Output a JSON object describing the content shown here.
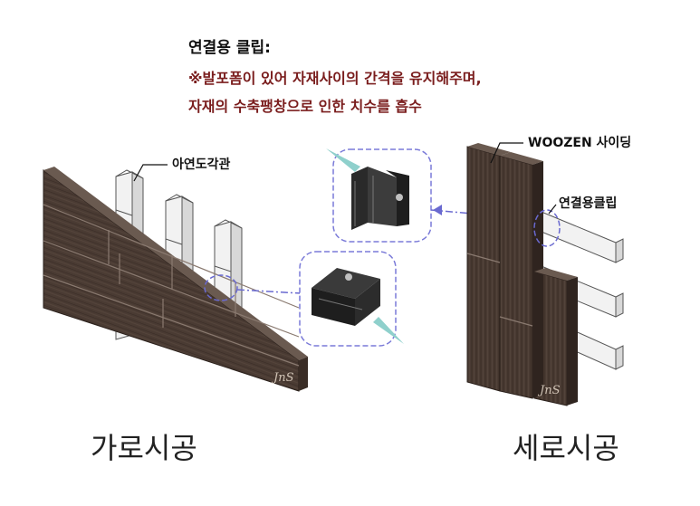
{
  "header": {
    "title": "연결용 클립:",
    "line1": "※발포폼이 있어 자재사이의 간격을 유지해주며,",
    "line2": "자재의 수축팽창으로 인한 치수를 흡수"
  },
  "labels": {
    "pipe": "아연도각관",
    "siding": "WOOZEN 사이딩",
    "clip": "연결용클립",
    "horizontal": "가로시공",
    "vertical": "세로시공"
  },
  "watermark": "JnS",
  "colors": {
    "board": "#4a3b33",
    "board_dark": "#2f241f",
    "callout": "#7a7ad8",
    "arrow": "#7fc3c0",
    "accent_text": "#7a1d1d"
  }
}
